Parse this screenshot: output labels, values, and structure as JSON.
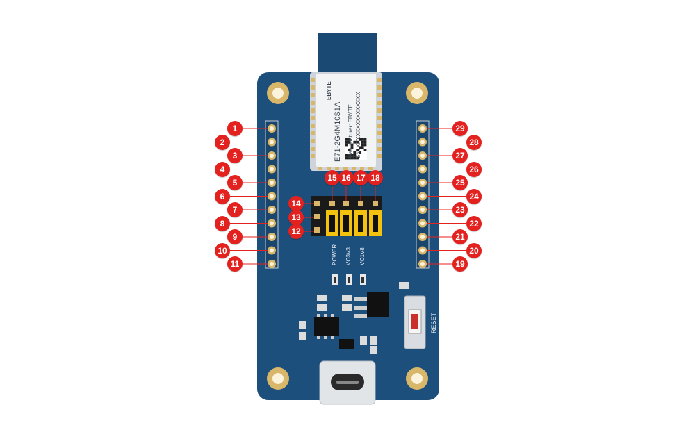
{
  "module": {
    "model": "E71-2G4M10S1A",
    "brand": "EBYTE",
    "manufacturer_line": "Manufacturer: EBYTE",
    "sn_line": "SN: XXXXXXXXXXXXXXX"
  },
  "silkscreen": {
    "power": "POWER",
    "vo3v3": "VO3V3",
    "vo1v8": "VO1V8",
    "reset": "RESET"
  },
  "pin_labels": {
    "left": [
      "1",
      "2",
      "3",
      "4",
      "5",
      "6",
      "7",
      "8",
      "9",
      "10",
      "11"
    ],
    "right": [
      "29",
      "28",
      "27",
      "26",
      "25",
      "24",
      "23",
      "22",
      "21",
      "20",
      "19"
    ],
    "jumper_top": [
      "15",
      "16",
      "17",
      "18"
    ],
    "jumper_left": [
      "14",
      "13",
      "12"
    ]
  },
  "colors": {
    "pcb": "#1d4f7c",
    "label": "#e3221f",
    "jumper": "#f2c20f",
    "gold": "#d9b76a"
  }
}
